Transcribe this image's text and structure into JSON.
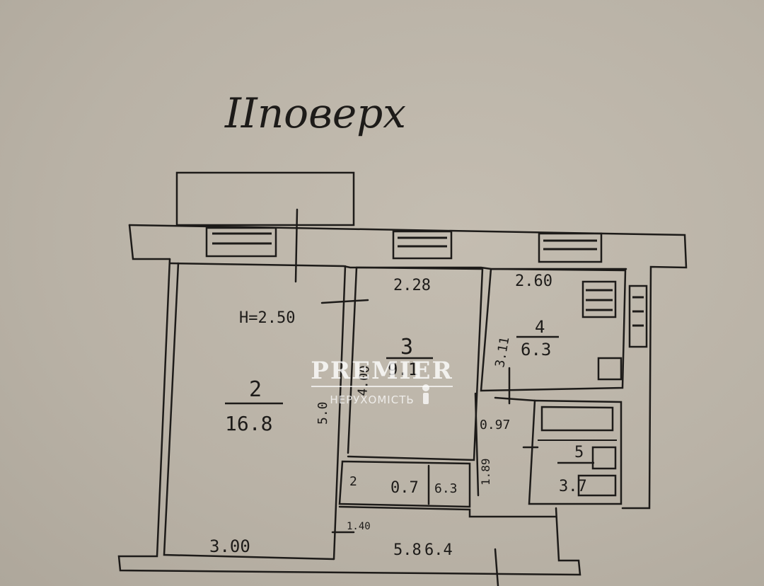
{
  "floor_label": "ІІповерх",
  "ceiling_height": "Н=2.50",
  "rooms": [
    {
      "id": "2",
      "area": "16.8"
    },
    {
      "id": "3",
      "area": "9.1"
    },
    {
      "id": "4",
      "area": "6.3"
    },
    {
      "id": "5",
      "area": "3.7"
    }
  ],
  "room_widths": {
    "room2": "3.00",
    "room3": "2.28",
    "room4": "2.60"
  },
  "small_labels": {
    "closet_num": "2",
    "closet_area": "0.7",
    "closet_side": "6.3",
    "hall_area": "5.8",
    "hall_extra": "6.4",
    "corridor": "0.97",
    "corridor_len": "1.89",
    "room4_side": "3.11",
    "room3_side": "4.00",
    "room2_side": "5.0",
    "hall_side": "1.40"
  },
  "watermark": {
    "title": "PREMIER",
    "subtitle": "НЕРУХОМІСТЬ"
  }
}
